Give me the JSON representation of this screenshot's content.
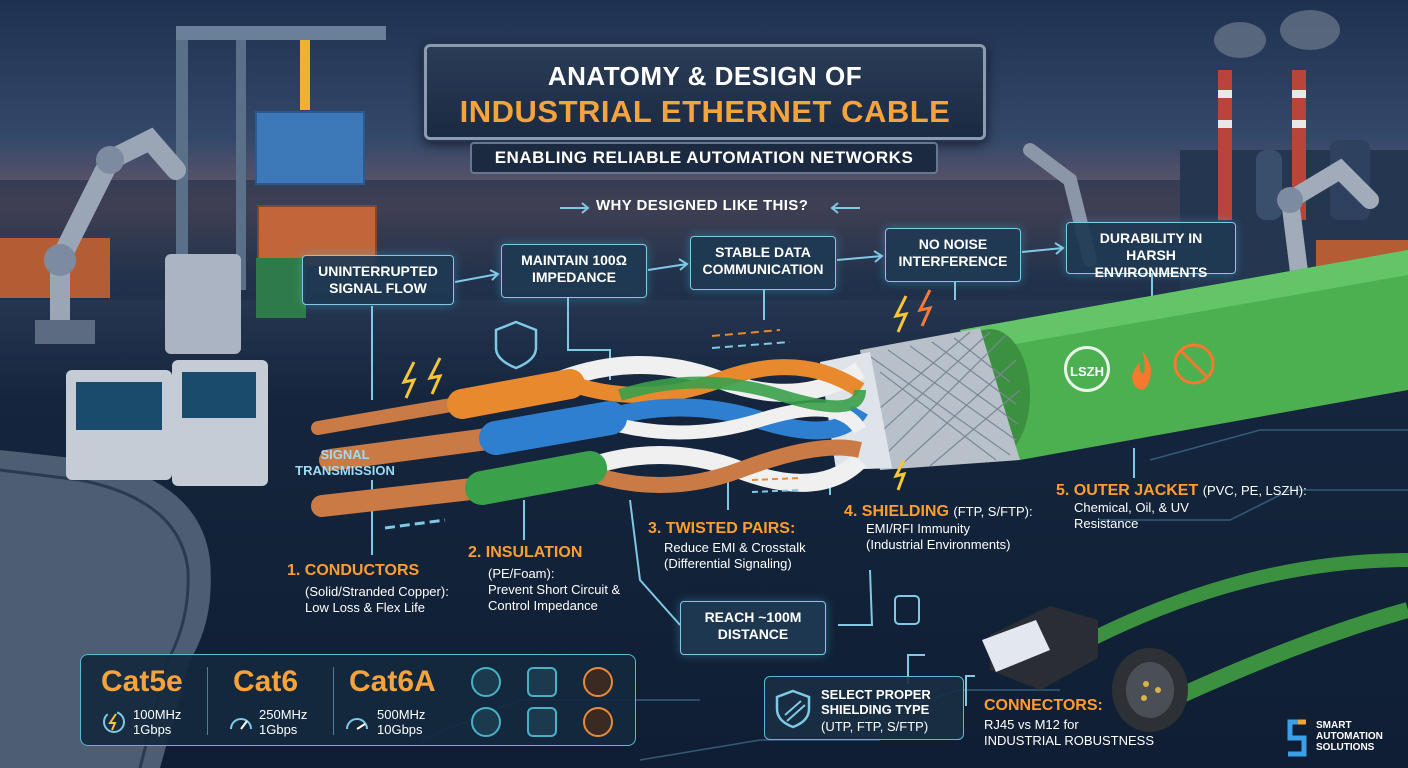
{
  "title": {
    "line1": "ANATOMY & DESIGN OF",
    "line2": "INDUSTRIAL ETHERNET CABLE",
    "subtitle": "ENABLING RELIABLE AUTOMATION NETWORKS"
  },
  "why_label": "WHY DESIGNED LIKE THIS?",
  "flow": [
    "UNINTERRUPTED SIGNAL FLOW",
    "MAINTAIN 100Ω IMPEDANCE",
    "STABLE DATA COMMUNICATION",
    "NO NOISE INTERFERENCE",
    "DURABILITY IN HARSH ENVIRONMENTS"
  ],
  "signal_label": "SIGNAL TRANSMISSION",
  "reach_label": "REACH ~100M DISTANCE",
  "components": [
    {
      "title": "1. CONDUCTORS",
      "detail": "(Solid/Stranded Copper):",
      "benefit": "Low Loss & Flex Life"
    },
    {
      "title": "2. INSULATION",
      "detail": "(PE/Foam):",
      "benefit": "Prevent Short Circuit & Control Impedance"
    },
    {
      "title": "3. TWISTED PAIRS:",
      "detail": "Reduce EMI & Crosstalk",
      "benefit": "(Differential Signaling)"
    },
    {
      "title": "4. SHIELDING",
      "detail": "(FTP, S/FTP):",
      "benefit": "EMI/RFI Immunity (Industrial Environments)"
    },
    {
      "title": "5. OUTER JACKET",
      "detail": "(PVC, PE, LSZH):",
      "benefit": "Chemical, Oil, & UV Resistance"
    }
  ],
  "jacket_badge": "LSZH",
  "shielding_select": {
    "title": "SELECT PROPER SHIELDING TYPE",
    "options": "(UTP, FTP, S/FTP)"
  },
  "connectors": {
    "title": "CONNECTORS:",
    "detail": "RJ45 vs M12 for",
    "benefit": "INDUSTRIAL ROBUSTNESS"
  },
  "categories": [
    {
      "name": "Cat5e",
      "freq": "100MHz",
      "speed": "1Gbps"
    },
    {
      "name": "Cat6",
      "freq": "250MHz",
      "speed": "1Gbps"
    },
    {
      "name": "Cat6A",
      "freq": "500MHz",
      "speed": "10Gbps"
    }
  ],
  "brand": {
    "line1": "SMART",
    "line2": "AUTOMATION",
    "line3": "SOLUTIONS"
  },
  "colors": {
    "accent_orange": "#f5a33a",
    "cable_green": "#4caf50",
    "wire_orange": "#e8892e",
    "wire_blue": "#2f7fd0",
    "wire_green": "#3aa04a",
    "copper": "#c97a45",
    "flow_border": "#7fc8e6"
  }
}
